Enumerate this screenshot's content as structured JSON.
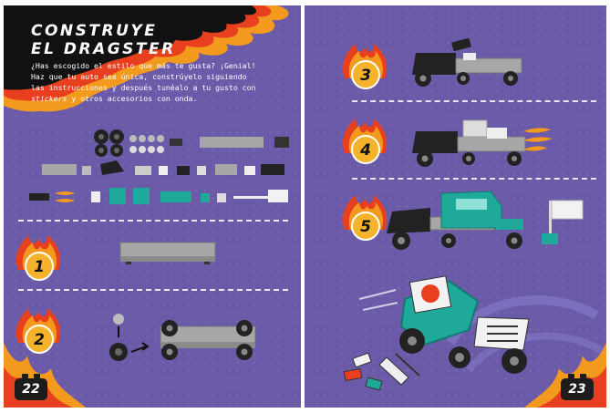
{
  "header": {
    "title_line1": "Construye",
    "title_line2": "el dragster"
  },
  "intro": {
    "part1": "¿Has escogido el estilo que más te gusta? ¡Genial! Haz que tu auto sea única, constrúyelo siguiendo las instrucciones y después tunéalo a tu gusto con ",
    "emphasis": "stickers",
    "part2": " y otros accesorios con onda."
  },
  "steps": [
    {
      "number": "1"
    },
    {
      "number": "2"
    },
    {
      "number": "3"
    },
    {
      "number": "4"
    },
    {
      "number": "5"
    }
  ],
  "page_numbers": {
    "left": "22",
    "right": "23"
  },
  "colors": {
    "page_bg": "#6a5aa8",
    "flame_orange": "#f39a1e",
    "flame_red": "#e8401f",
    "teal_brick": "#1fa99a",
    "gray_brick": "#a7a7a7",
    "black_brick": "#1e1e1e"
  }
}
